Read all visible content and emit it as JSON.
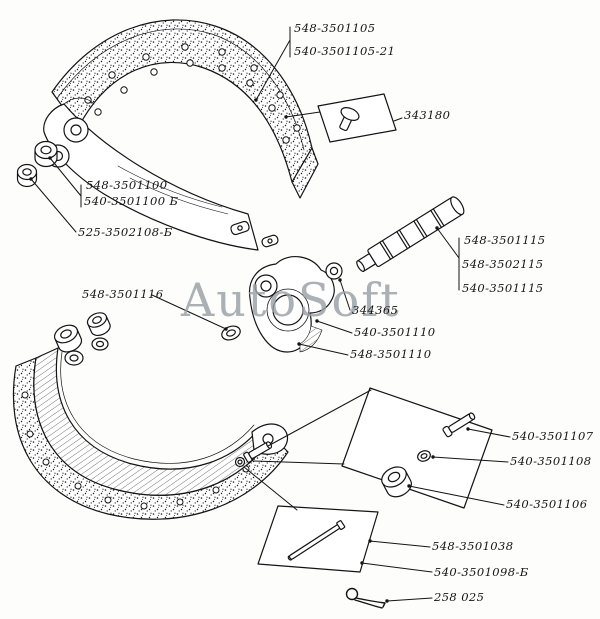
{
  "watermark": "AutoSoft",
  "labels": {
    "shoe_a": "548-3501105",
    "shoe_b": "540-3501105-21",
    "rivet": "343180",
    "bush_a": "548-3501100",
    "bush_b": "540-3501100 Б",
    "bush_c": "525-3502108-Б",
    "axle_a": "548-3501115",
    "axle_b": "548-3502115",
    "axle_c": "540-3501115",
    "washer116": "548-3501116",
    "n344365": "344365",
    "hinge_a": "540-3501110",
    "hinge_b": "548-3501110",
    "pin107": "540-3501107",
    "washer108": "540-3501108",
    "roller106": "540-3501106",
    "rod_a": "548-3501038",
    "rod_b": "540-3501098-Б",
    "cotter": "258 025"
  }
}
